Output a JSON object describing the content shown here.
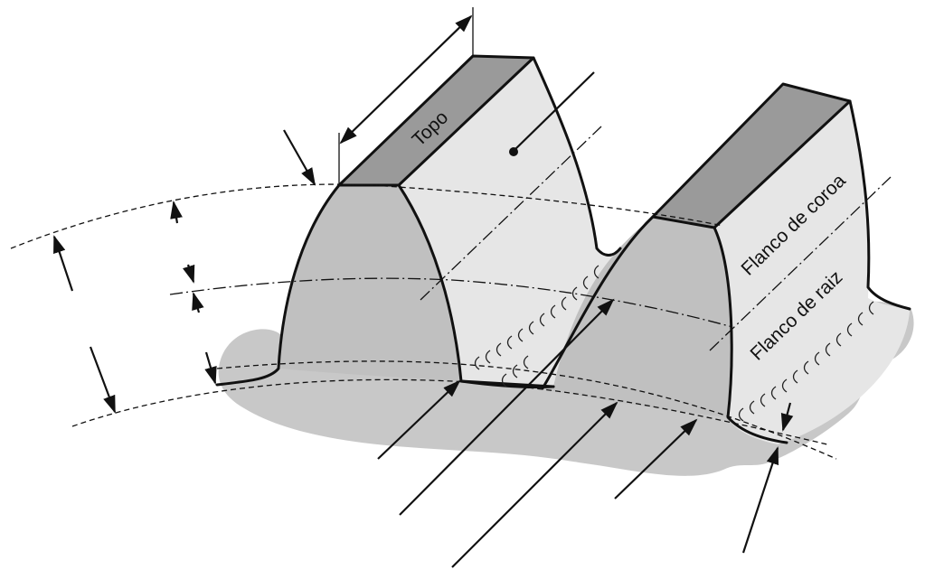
{
  "labels": {
    "top_land": "Topo",
    "face": "Flanco de coroa",
    "flank": "Flanco de raiz"
  },
  "colors": {
    "gear_body": "#c8c8c8",
    "tooth_front": "#c0c0c0",
    "tooth_side": "#e6e6e6",
    "top_land": "#9a9a9a",
    "outline": "#111111"
  }
}
